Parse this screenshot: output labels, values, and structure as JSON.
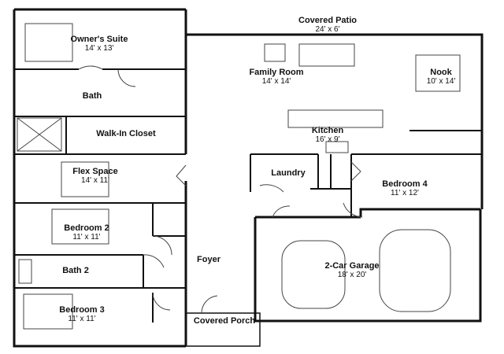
{
  "rooms": {
    "owners_suite": {
      "name": "Owner's Suite",
      "dims": "14' x 13'"
    },
    "bath": {
      "name": "Bath"
    },
    "walk_in_closet": {
      "name": "Walk-In Closet"
    },
    "flex_space": {
      "name": "Flex Space",
      "dims": "14' x 11'"
    },
    "bedroom_2": {
      "name": "Bedroom 2",
      "dims": "11' x 11'"
    },
    "bath_2": {
      "name": "Bath 2"
    },
    "bedroom_3": {
      "name": "Bedroom 3",
      "dims": "11' x 11'"
    },
    "covered_patio": {
      "name": "Covered Patio",
      "dims": "24' x 6'"
    },
    "family_room": {
      "name": "Family Room",
      "dims": "14' x 14'"
    },
    "nook": {
      "name": "Nook",
      "dims": "10' x 14'"
    },
    "kitchen": {
      "name": "Kitchen",
      "dims": "16' x 9'"
    },
    "laundry": {
      "name": "Laundry"
    },
    "bedroom_4": {
      "name": "Bedroom 4",
      "dims": "11' x 12'"
    },
    "foyer": {
      "name": "Foyer"
    },
    "garage": {
      "name": "2-Car Garage",
      "dims": "18' x 20'"
    },
    "covered_porch": {
      "name": "Covered Porch"
    }
  }
}
